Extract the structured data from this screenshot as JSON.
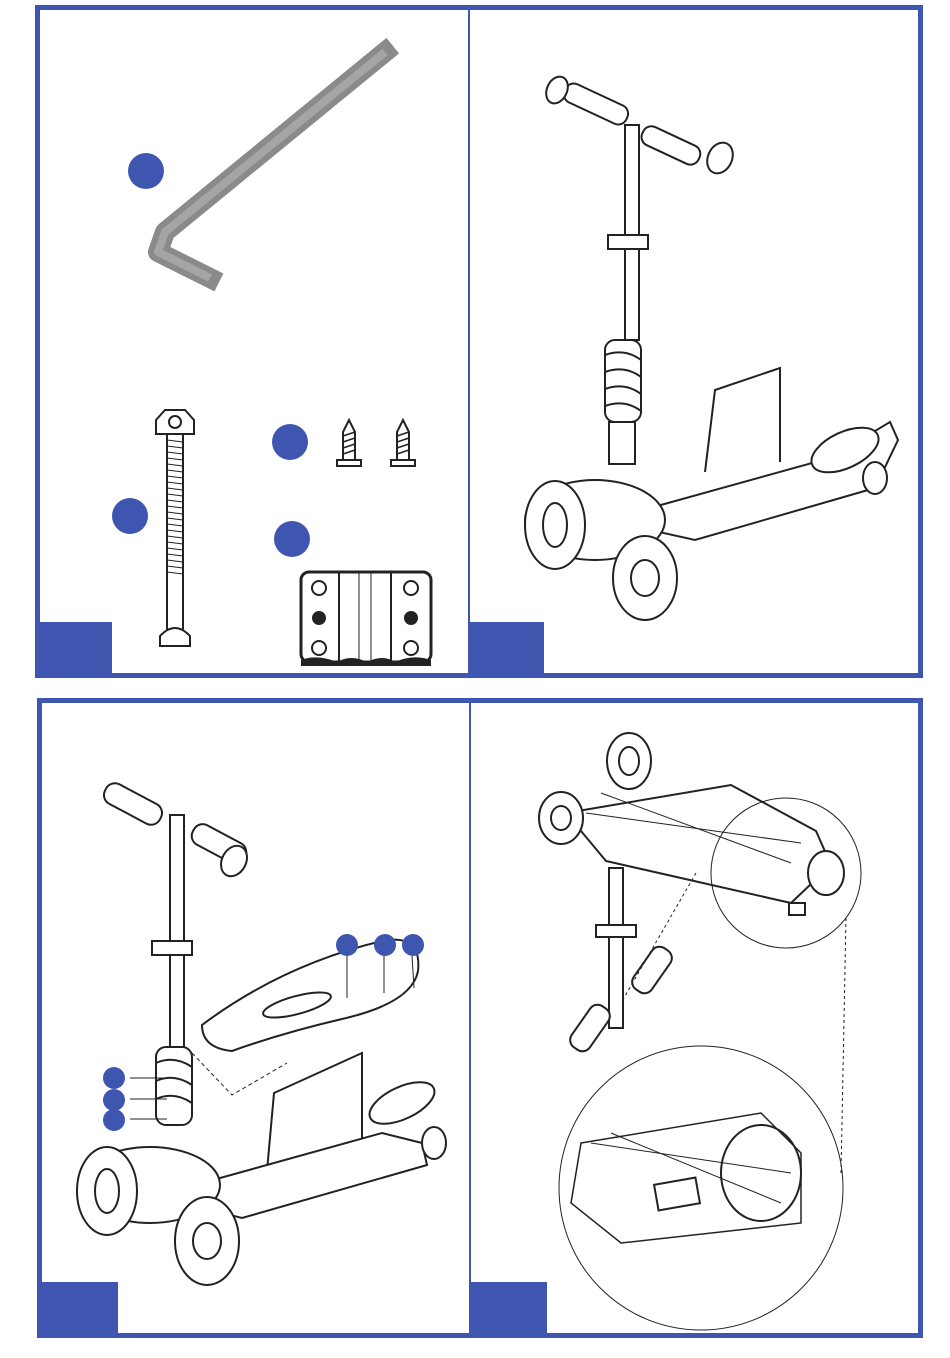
{
  "theme": {
    "accent": "#3f56b0",
    "line": "#222222",
    "tool": "#8a8a8a"
  },
  "top_sheet": {
    "parts_panel": {
      "step_label": "",
      "parts": [
        "hex-key",
        "axle-bolt",
        "self-tapping-screw",
        "clamp-plate"
      ]
    },
    "assembled_panel": {
      "step_label": ""
    }
  },
  "bottom_sheet": {
    "seat_panel": {
      "step_label": ""
    },
    "underside_panel": {
      "step_label": ""
    }
  }
}
